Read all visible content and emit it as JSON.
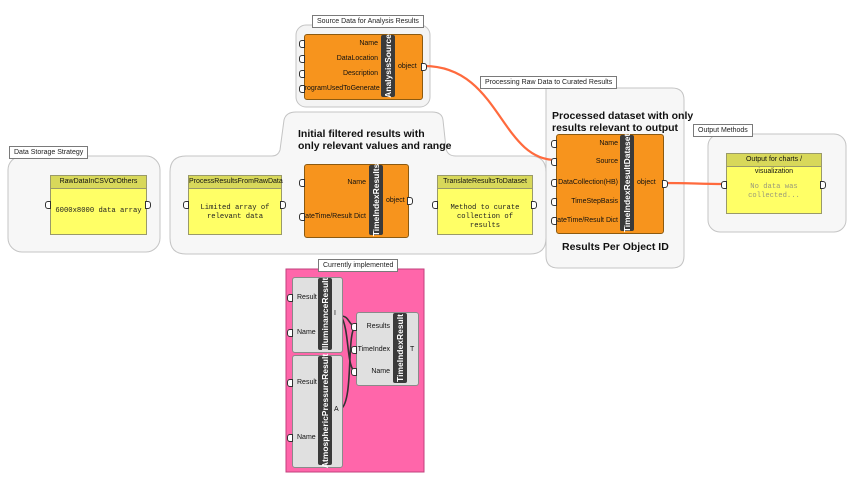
{
  "groups": {
    "storage": {
      "tab": "Data Storage Strategy"
    },
    "filter": {
      "title_line1": "Initial filtered results with",
      "title_line2": "only relevant values and range"
    },
    "source": {
      "tab": "Source Data for Analysis Results"
    },
    "processing": {
      "tab": "Processing Raw Data to Curated Results",
      "title_line1": "Processed dataset with only",
      "title_line2": "results relevant to output",
      "footer": "Results Per Object ID"
    },
    "output": {
      "tab": "Output Methods"
    },
    "implemented": {
      "tab": "Currently implemented"
    }
  },
  "panels": {
    "raw": {
      "header": "RawDataInCSVOrOthers",
      "text": "6000x8000 data array"
    },
    "process": {
      "header": "ProcessResultsFromRawData",
      "line1": "Limited array of",
      "line2": "relevant data"
    },
    "translate": {
      "header": "TranslateResultsToDataset",
      "line1": "Method to curate",
      "line2": "collection of results"
    },
    "output": {
      "header": "Output for charts / visualization",
      "text": "No data was collected..."
    }
  },
  "components": {
    "analysis_source": {
      "name": "AnalysisSource",
      "inputs": [
        "Name",
        "DataLocation",
        "Description",
        "ProgramUsedToGenerate"
      ],
      "output": "object"
    },
    "time_index_results": {
      "name": "TimeIndexResults",
      "inputs": [
        "Name",
        "DateTime/Result Dict"
      ],
      "output": "object"
    },
    "time_index_result_dataset": {
      "name": "TimeIndexResultDataset",
      "inputs": [
        "Name",
        "Source",
        "DataCollection(HB)",
        "TimeStepBasis",
        "DateTime/Result Dict"
      ],
      "output": "object"
    },
    "illuminance": {
      "name": "IlluminanceResult",
      "inputs": [
        "Result",
        "Name"
      ],
      "output": "I"
    },
    "time_index_result": {
      "name": "TimeIndexResult",
      "inputs": [
        "Results",
        "TimeIndex",
        "Name"
      ],
      "output": "T"
    },
    "atmospheric": {
      "name": "AtmosphericPressureResult",
      "inputs": [
        "Result",
        "Name"
      ],
      "output": "A"
    }
  },
  "colors": {
    "component": "#f7941d",
    "panel": "#ffff66",
    "implemented_bg": "#ff66aa",
    "wire": "#ff6a3d"
  }
}
